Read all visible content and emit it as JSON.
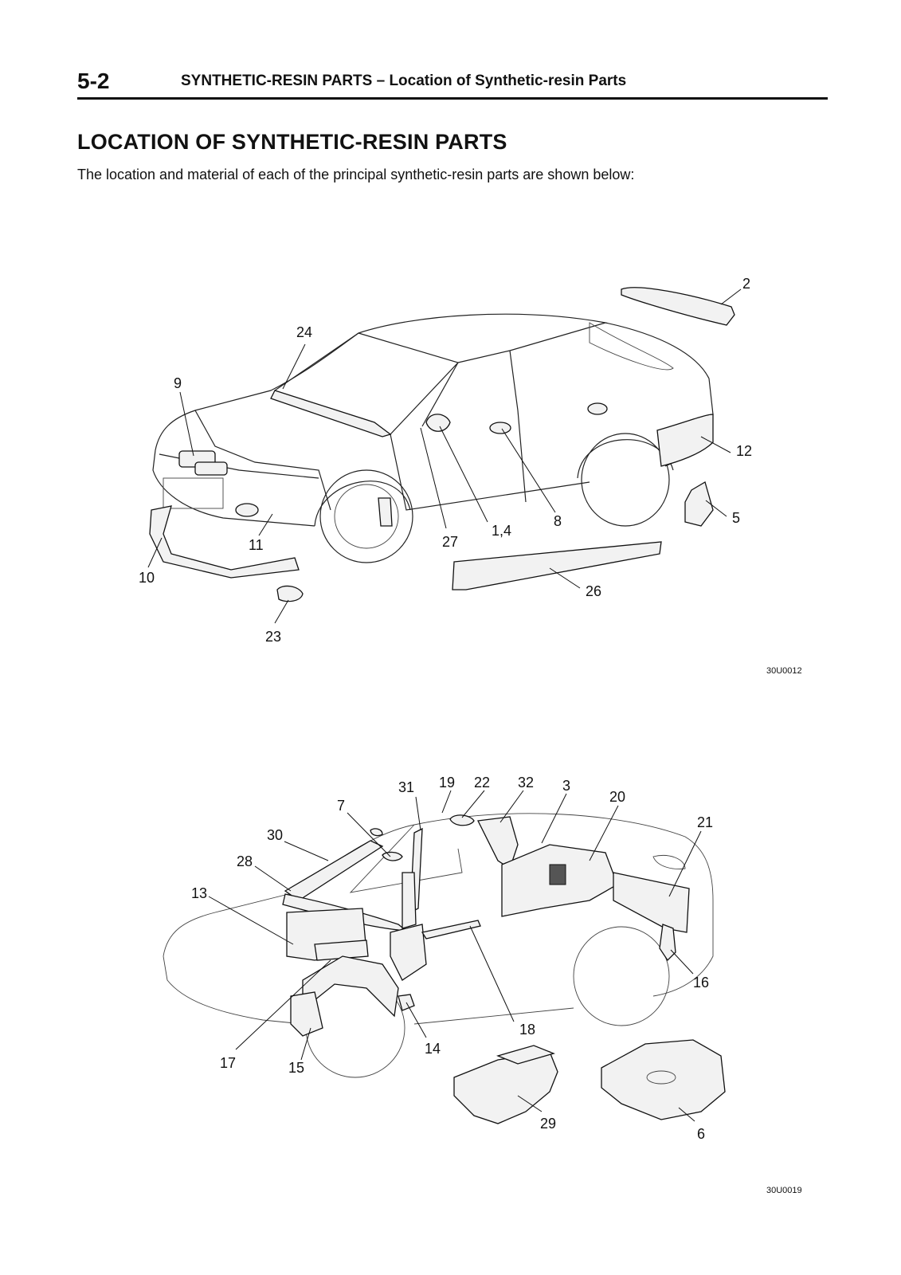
{
  "header": {
    "page_number": "5-2",
    "running_title": "SYNTHETIC-RESIN PARTS – Location of Synthetic-resin Parts"
  },
  "title": "LOCATION OF SYNTHETIC-RESIN PARTS",
  "intro": "The location and material of each of the principal synthetic-resin parts are shown below:",
  "figure1": {
    "code": "30U0012",
    "callouts": [
      "2",
      "24",
      "9",
      "12",
      "5",
      "8",
      "1,4",
      "27",
      "11",
      "10",
      "26",
      "23"
    ]
  },
  "figure2": {
    "code": "30U0019",
    "callouts": [
      "31",
      "19",
      "22",
      "32",
      "3",
      "20",
      "7",
      "21",
      "30",
      "28",
      "13",
      "16",
      "18",
      "14",
      "17",
      "15",
      "29",
      "6"
    ]
  }
}
